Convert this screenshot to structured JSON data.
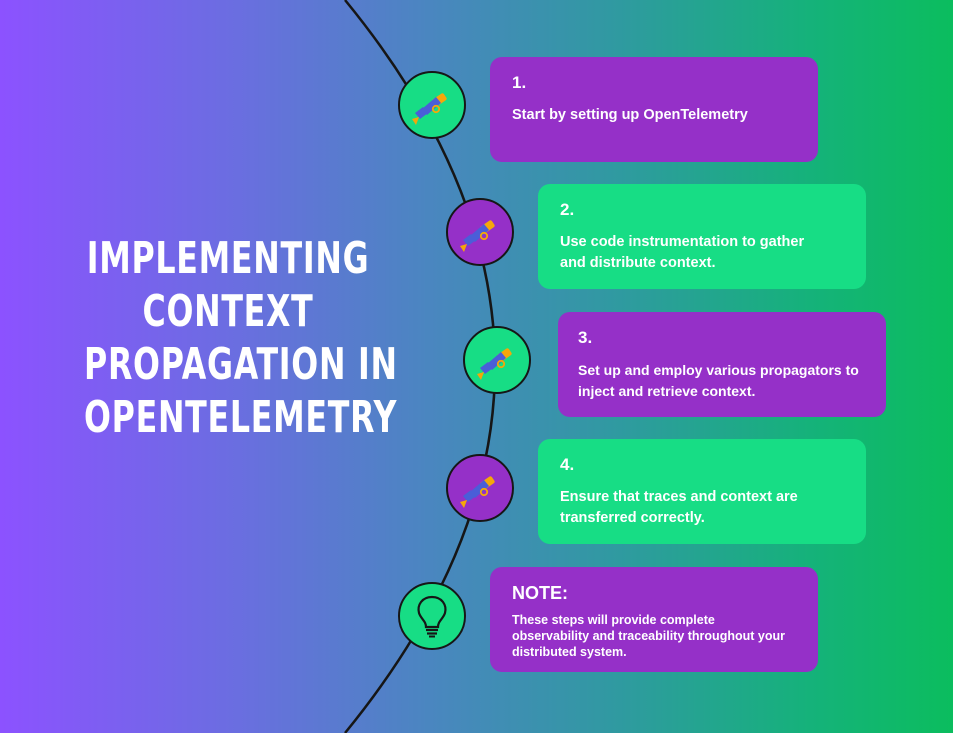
{
  "title": {
    "lines": [
      "IMPLEMENTING",
      "CONTEXT",
      "PROPAGATION IN",
      "OPENTELEMETRY"
    ]
  },
  "steps": [
    {
      "number": "1.",
      "text": "Start by setting up OpenTelemetry",
      "icon": "telescope-icon"
    },
    {
      "number": "2.",
      "text": "Use code instrumentation to gather and distribute context.",
      "icon": "telescope-icon"
    },
    {
      "number": "3.",
      "text": "Set up and employ various propagators to inject and retrieve context.",
      "icon": "telescope-icon"
    },
    {
      "number": "4.",
      "text": "Ensure that traces and context are transferred correctly.",
      "icon": "telescope-icon"
    }
  ],
  "note": {
    "heading": "NOTE:",
    "text": "These steps will provide complete observability and traceability throughout your distributed system.",
    "icon": "lightbulb-icon"
  },
  "colors": {
    "purple": "#9530c8",
    "green": "#17dd85"
  }
}
